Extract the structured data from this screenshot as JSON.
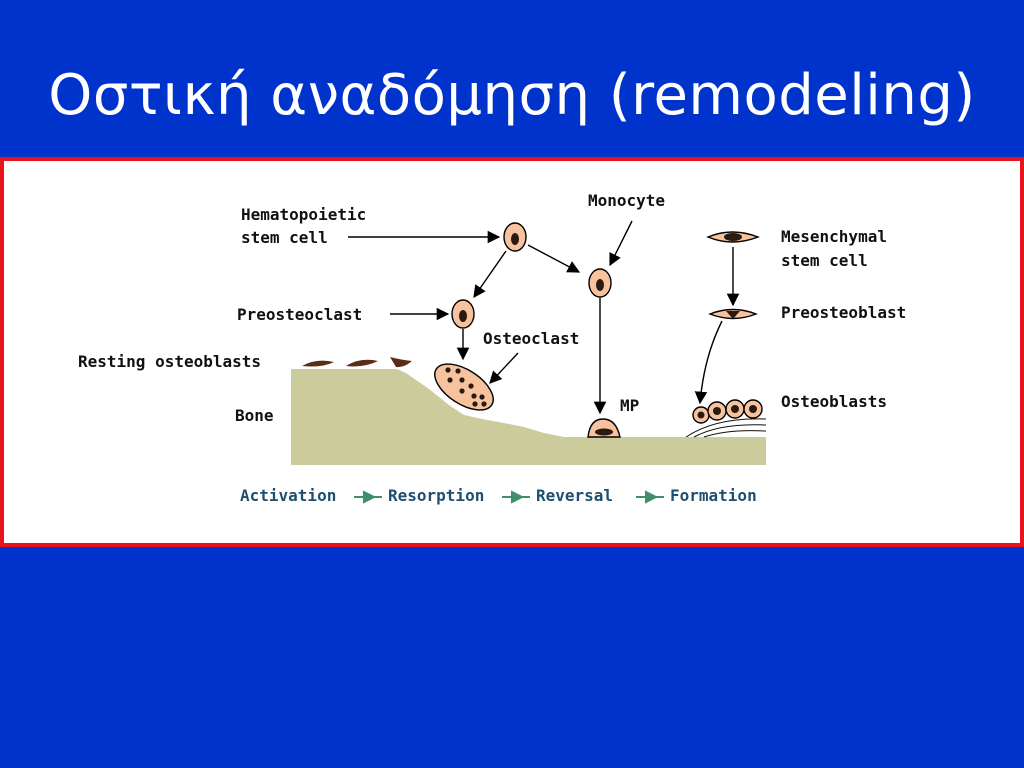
{
  "slide": {
    "title": "Οστική αναδόμηση (remodeling)"
  },
  "diagram": {
    "labels": {
      "hematopoietic_line1": "Hematopoietic",
      "hematopoietic_line2": "stem cell",
      "monocyte": "Monocyte",
      "mesenchymal_line1": "Mesenchymal",
      "mesenchymal_line2": "stem cell",
      "preosteoclast": "Preosteoclast",
      "preosteoblast": "Preosteoblast",
      "osteoclast": "Osteoclast",
      "resting_osteoblasts": "Resting osteoblasts",
      "mp": "MP",
      "osteoblasts": "Osteoblasts",
      "bone": "Bone"
    },
    "stages": [
      "Activation",
      "Resorption",
      "Reversal",
      "Formation"
    ],
    "colors": {
      "bone": "#cccb9c",
      "cell": "#f6c39e",
      "nucleus": "#2a1a10",
      "stage_text": "#1f4e6e",
      "stage_arrow": "#3f8f6a",
      "frame_border": "#e8141b",
      "background": "#0033cc"
    }
  }
}
